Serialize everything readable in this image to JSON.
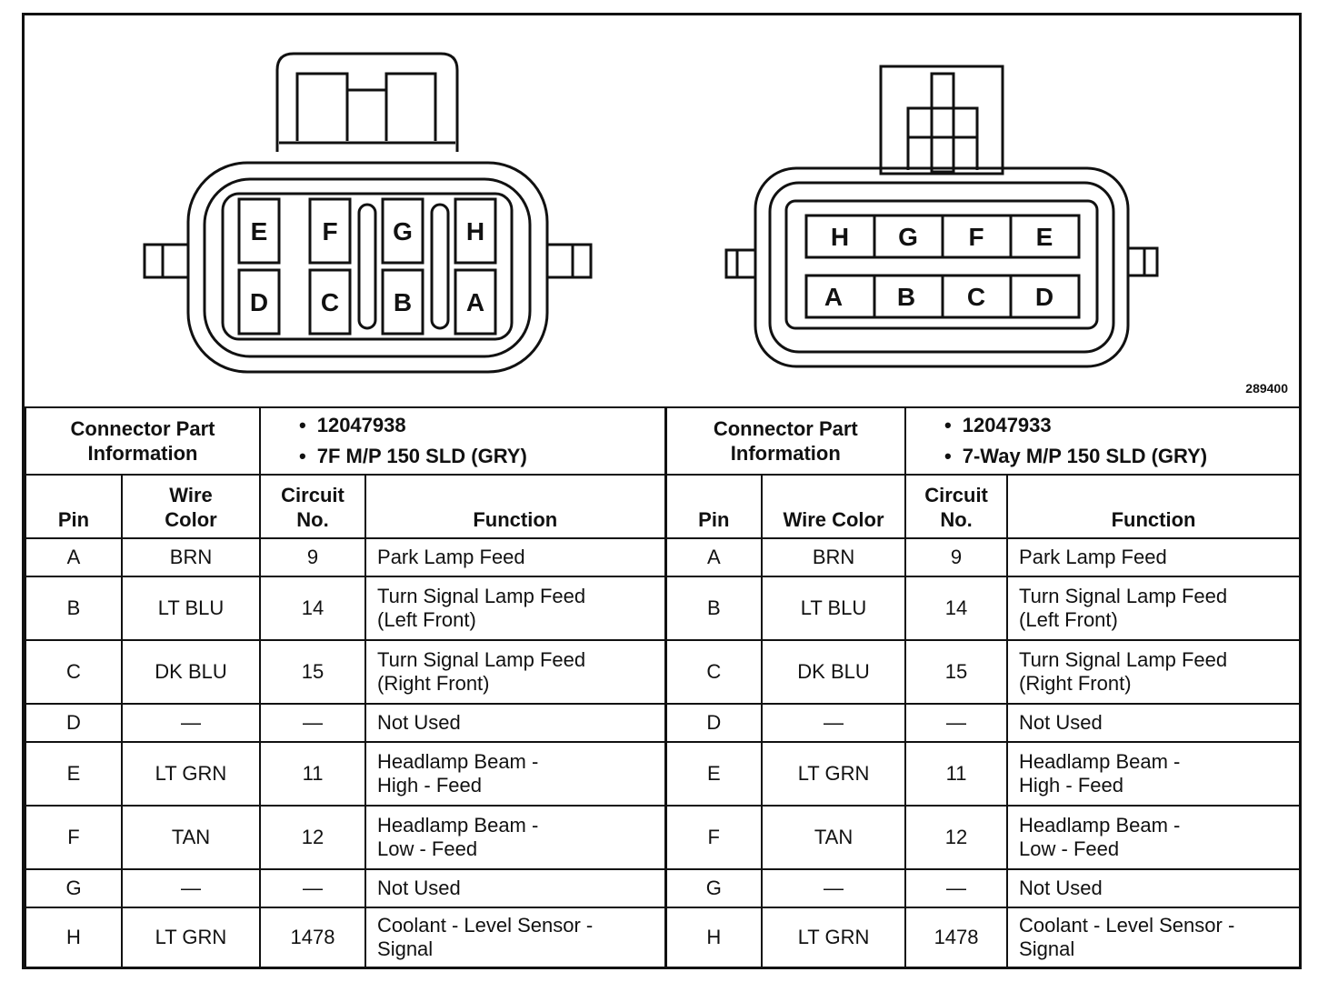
{
  "figure_id": "289400",
  "connector_left": {
    "pins_top": [
      "E",
      "F",
      "G",
      "H"
    ],
    "pins_bottom": [
      "D",
      "C",
      "B",
      "A"
    ]
  },
  "connector_right": {
    "pins_top": [
      "H",
      "G",
      "F",
      "E"
    ],
    "pins_bottom": [
      "A",
      "B",
      "C",
      "D"
    ]
  },
  "table": {
    "info_label": [
      "Connector Part",
      "Information"
    ],
    "left_info": [
      "12047938",
      "7F M/P 150 SLD (GRY)"
    ],
    "right_info": [
      "12047933",
      "7-Way M/P 150 SLD (GRY)"
    ],
    "headers_left": {
      "pin": "Pin",
      "wire_color": [
        "Wire",
        "Color"
      ],
      "circuit": [
        "Circuit",
        "No."
      ],
      "function": "Function"
    },
    "headers_right": {
      "pin": "Pin",
      "wire_color": [
        "Wire Color"
      ],
      "circuit": [
        "Circuit",
        "No."
      ],
      "function": "Function"
    },
    "rows": [
      {
        "pin": "A",
        "wire": "BRN",
        "circuit": "9",
        "function": [
          "Park Lamp Feed"
        ]
      },
      {
        "pin": "B",
        "wire": "LT BLU",
        "circuit": "14",
        "function": [
          "Turn Signal Lamp Feed",
          "(Left Front)"
        ]
      },
      {
        "pin": "C",
        "wire": "DK BLU",
        "circuit": "15",
        "function": [
          "Turn Signal Lamp Feed",
          "(Right Front)"
        ]
      },
      {
        "pin": "D",
        "wire": "—",
        "circuit": "—",
        "function": [
          "Not Used"
        ]
      },
      {
        "pin": "E",
        "wire": "LT GRN",
        "circuit": "11",
        "function": [
          "Headlamp Beam -",
          "High - Feed"
        ]
      },
      {
        "pin": "F",
        "wire": "TAN",
        "circuit": "12",
        "function": [
          "Headlamp Beam -",
          "Low - Feed"
        ]
      },
      {
        "pin": "G",
        "wire": "—",
        "circuit": "—",
        "function": [
          "Not Used"
        ]
      },
      {
        "pin": "H",
        "wire": "LT GRN",
        "circuit": "1478",
        "function": [
          "Coolant - Level Sensor -",
          "Signal"
        ]
      }
    ]
  }
}
